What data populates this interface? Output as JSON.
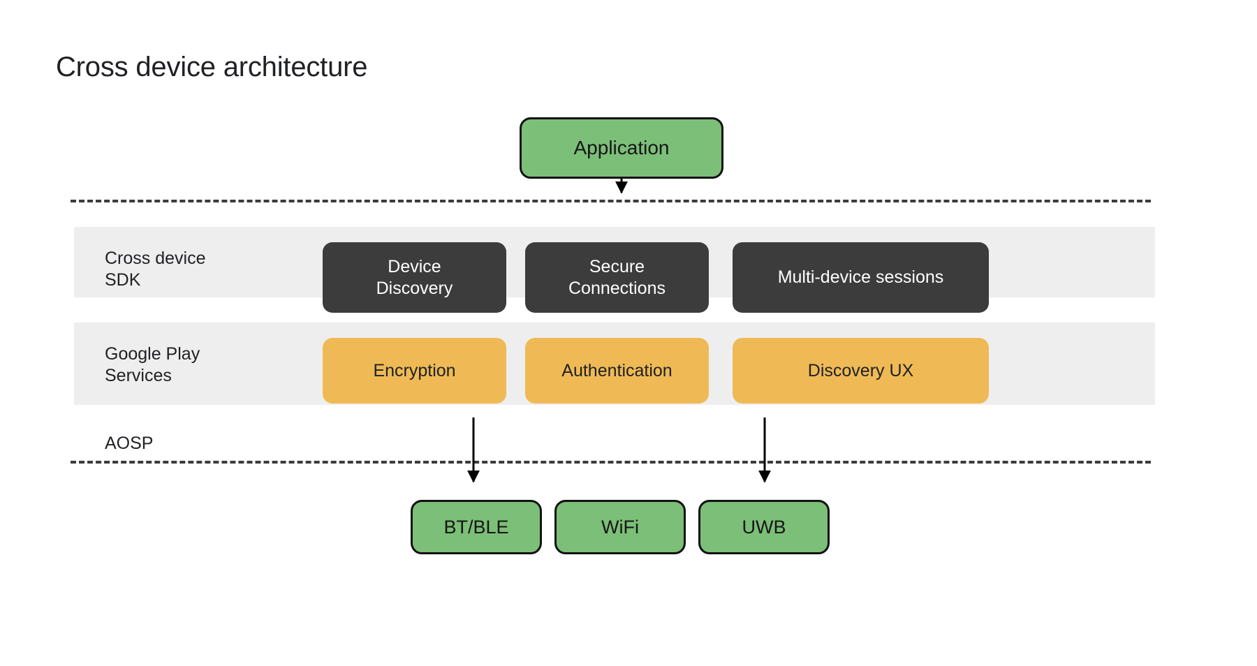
{
  "title": "Cross device architecture",
  "colors": {
    "background": "#ffffff",
    "band": "#eeeeee",
    "dark_node": "#3c3c3c",
    "yellow_node": "#efba55",
    "green_node": "#7cbf78",
    "node_outline": "#111111",
    "text": "#202124",
    "dashed_line": "#3c3c3c",
    "arrow": "#000000"
  },
  "diagram": {
    "type": "layered-architecture",
    "top": {
      "nodes": [
        {
          "id": "application",
          "label": "Application",
          "style": "green-outlined"
        }
      ]
    },
    "layers": [
      {
        "id": "cross-device-sdk",
        "label": "Cross device\nSDK",
        "style": "dark",
        "nodes": [
          {
            "id": "device-discovery",
            "label": "Device\nDiscovery"
          },
          {
            "id": "secure-connections",
            "label": "Secure\nConnections"
          },
          {
            "id": "multi-device-sessions",
            "label": "Multi-device sessions"
          }
        ]
      },
      {
        "id": "google-play-services",
        "label": "Google Play\nServices",
        "style": "yellow",
        "nodes": [
          {
            "id": "encryption",
            "label": "Encryption"
          },
          {
            "id": "authentication",
            "label": "Authentication"
          },
          {
            "id": "discovery-ux",
            "label": "Discovery UX"
          }
        ]
      },
      {
        "id": "aosp",
        "label": "AOSP",
        "style": "plain",
        "nodes": []
      }
    ],
    "bottom": {
      "nodes": [
        {
          "id": "btble",
          "label": "BT/BLE",
          "style": "green-outlined"
        },
        {
          "id": "wifi",
          "label": "WiFi",
          "style": "green-outlined"
        },
        {
          "id": "uwb",
          "label": "UWB",
          "style": "green-outlined"
        }
      ]
    },
    "connections": [
      {
        "from": "application",
        "to": "cross-device-sdk",
        "kind": "arrow-down"
      },
      {
        "from": "encryption",
        "to": "btble",
        "kind": "arrow-down"
      },
      {
        "from": "discovery-ux",
        "to": "uwb",
        "kind": "arrow-down"
      }
    ],
    "separators": [
      {
        "id": "dashed-top",
        "kind": "dashed-horizontal"
      },
      {
        "id": "dashed-bottom",
        "kind": "dashed-horizontal"
      }
    ]
  }
}
